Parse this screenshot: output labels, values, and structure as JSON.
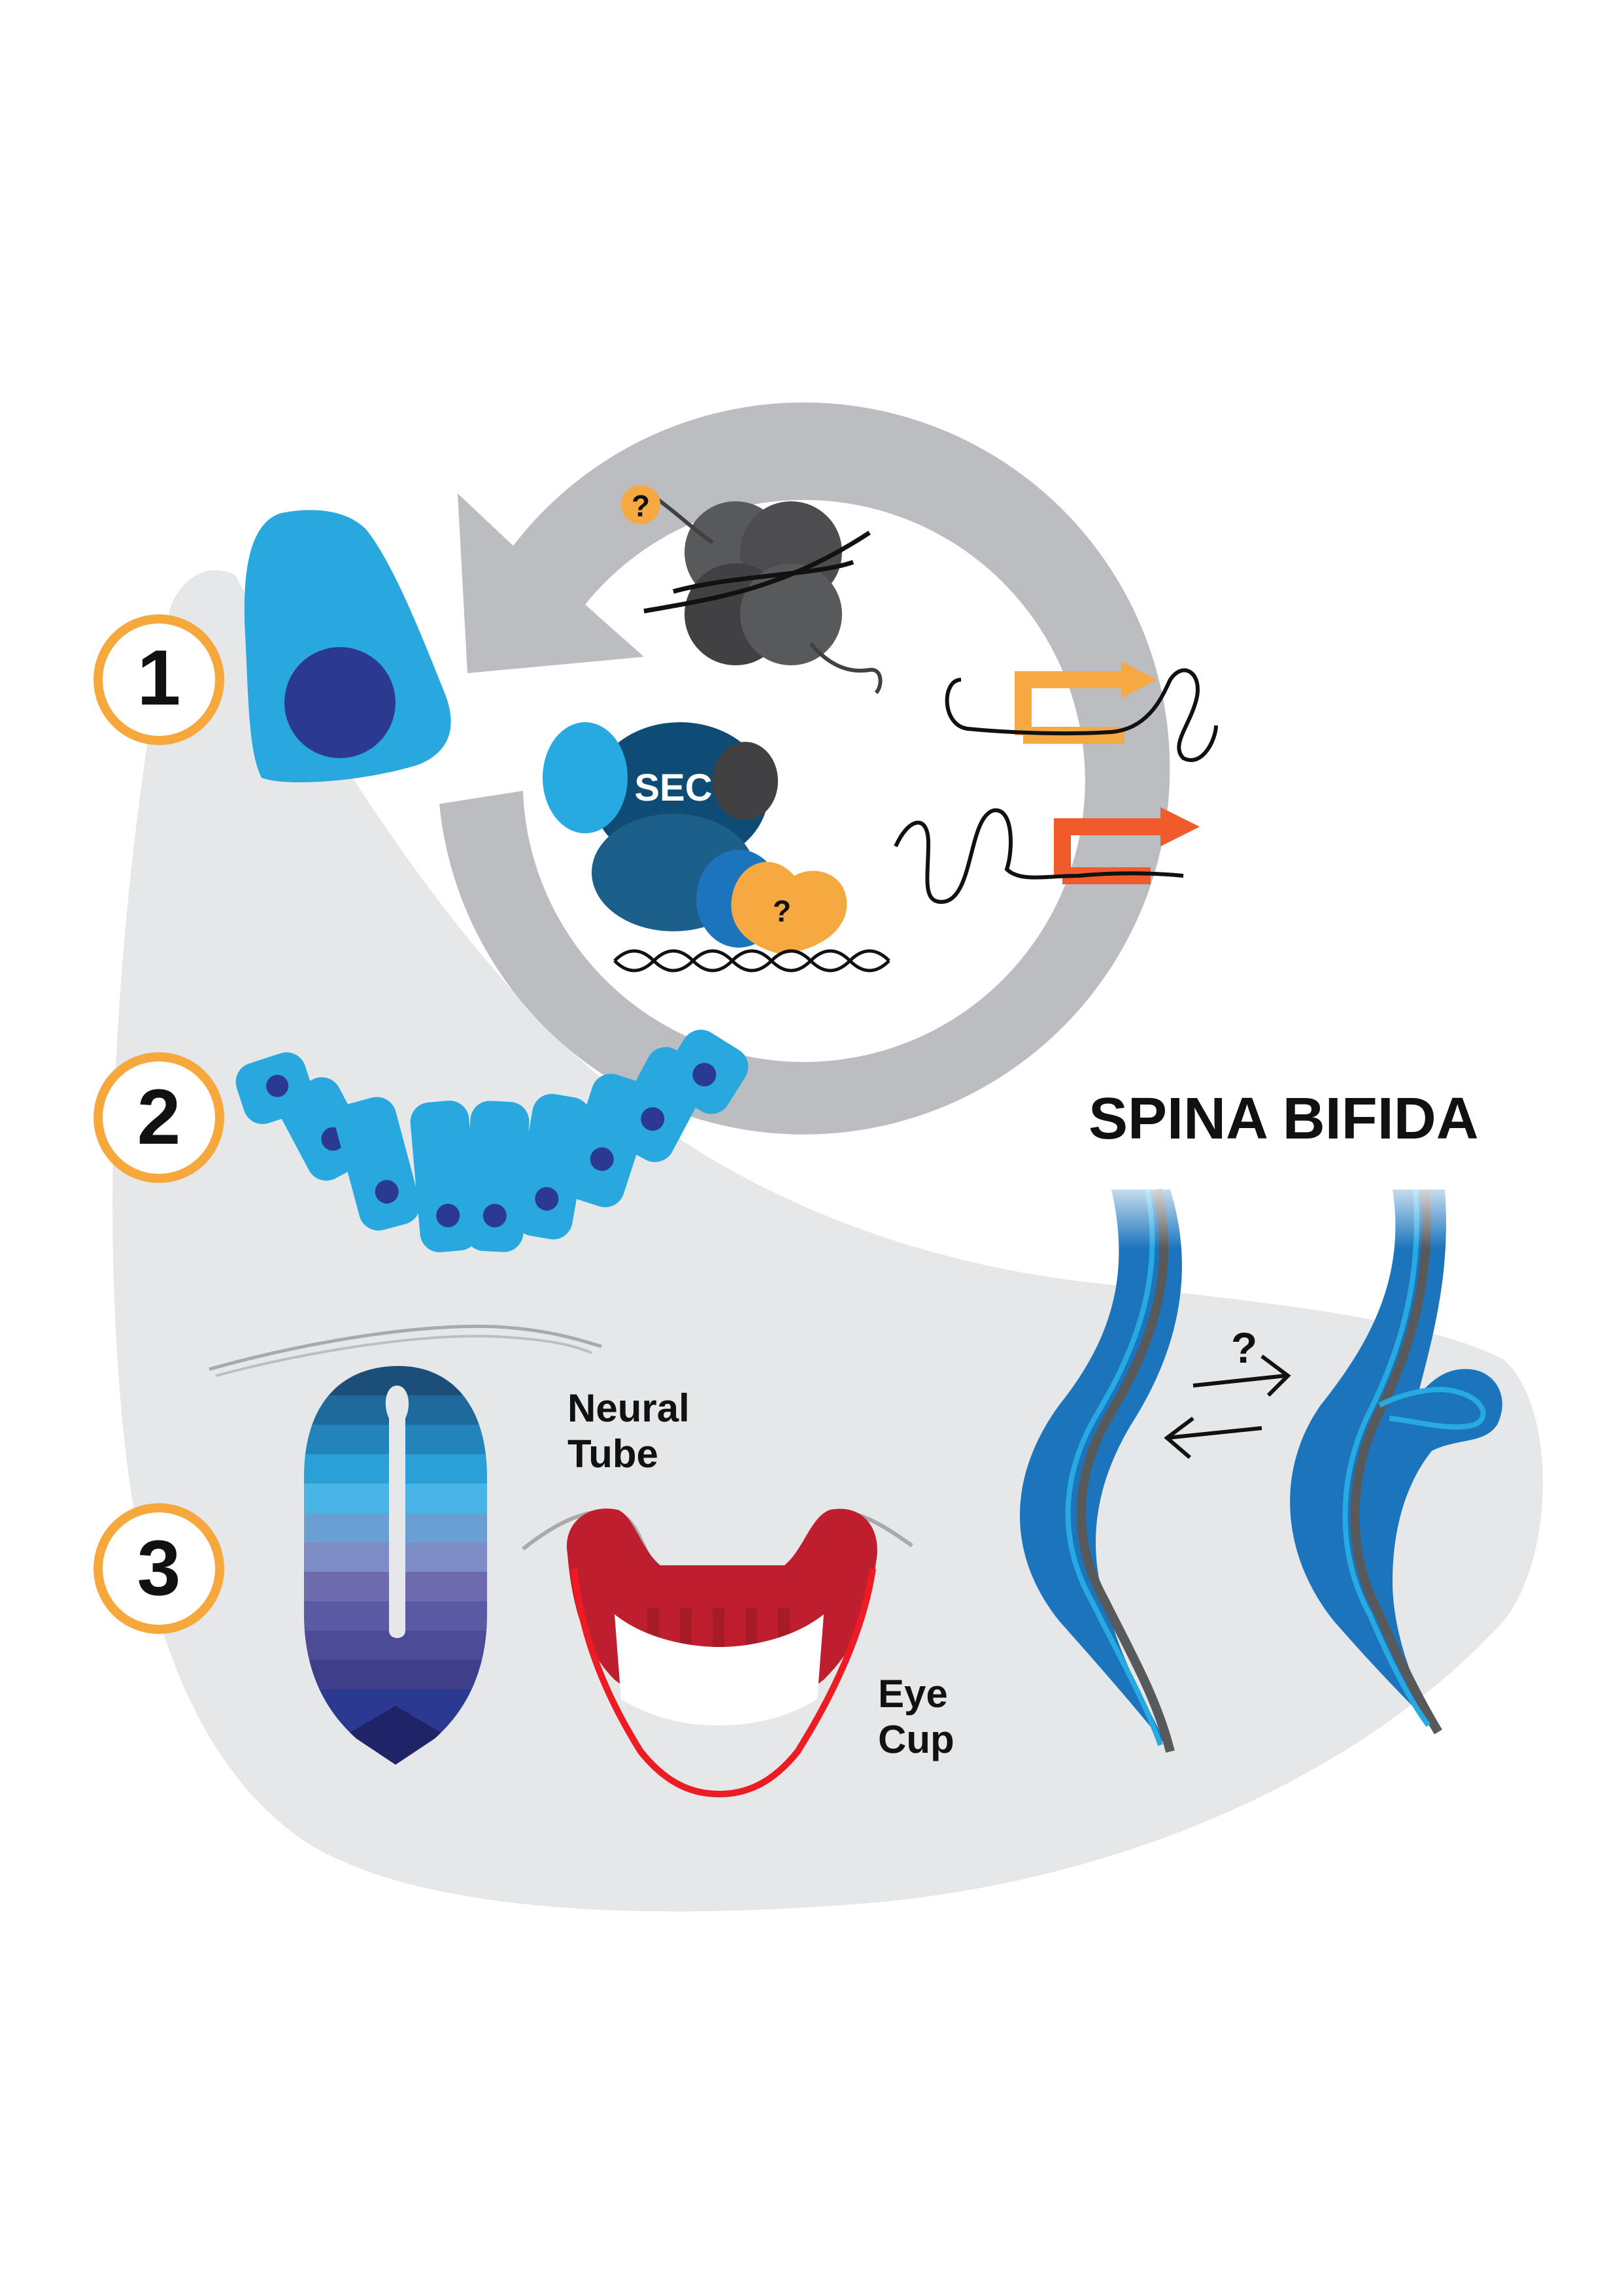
{
  "steps": {
    "one": "1",
    "two": "2",
    "three": "3"
  },
  "sec_label": "SEC",
  "unknown_factor_mark": "?",
  "nucleosome_tail_mark": "?",
  "transition_mark": "?",
  "structures": {
    "neural_tube_line1": "Neural",
    "neural_tube_line2": "Tube",
    "eye_cup_line1": "Eye",
    "eye_cup_line2": "Cup"
  },
  "condition_title": "SPINA BIFIDA",
  "colors": {
    "background_blob": "#e6e7e8",
    "cycle_arrow": "#bcbdc0",
    "step_circle": "#f6a83c",
    "cell_light": "#29a8e0",
    "cell_nucleus": "#2b3990",
    "sec_dark": "#0f4c75",
    "unknown_factor": "#f7a941",
    "gene_arrow_1": "#f7a941",
    "gene_arrow_2": "#f15a2b",
    "eye_cup": "#be1e2d",
    "spine_blue": "#1c75bc",
    "spine_grey": "#58595b"
  }
}
